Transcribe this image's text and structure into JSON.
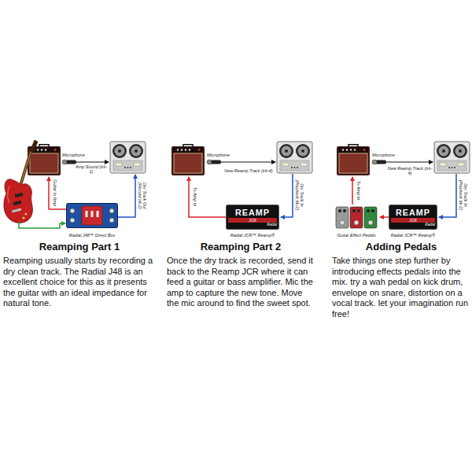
{
  "diagram": {
    "nodes": [
      {
        "text": [
          "Microphone"
        ]
      },
      {
        "text": [
          "Radial J48™ Direct Box"
        ]
      },
      {
        "text": [
          "Reamping Part 1",
          "Reamping usually starts by recording a dry clean track. The Radial J48 is an excellent choice for this as it presents the guitar with an ideal impedance for natural tone."
        ]
      },
      {
        "text": [
          "Microphone"
        ]
      },
      {
        "text": [
          "REAMP",
          "JCR",
          "Radial",
          "Radial JCR™ Reamp®"
        ]
      },
      {
        "text": [
          "Reamping Part 2",
          "Once the dry track is recorded, send it back to the Reamp JCR where it can feed a guitar or bass amplifier. Mic the amp to capture the new tone. Move the mic around to find the sweet spot."
        ]
      },
      {
        "text": [
          "Microphone"
        ]
      },
      {
        "text": [
          "Guitar Effect Pedals"
        ]
      },
      {
        "text": [
          "REAMP",
          "JCR",
          "Radial",
          "Radial JCR™ Reamp®"
        ]
      },
      {
        "text": [
          "Adding Pedals",
          "Take things one step further by introducing effects pedals into the mix. try a wah pedal on kick drum, envelope on snare, distortion on a vocal track. let your imagination run free!"
        ]
      }
    ],
    "edges": [
      {
        "from": 8,
        "to": 7,
        "arrow": "to"
      }
    ],
    "labels": [
      "Amp Sound (trk-1)",
      "Guitar to Amp",
      "Dry Track Out (Record trk-2)",
      "New Reamp Track (trk-4)",
      "To Amp In",
      "Dry Track In (Playback trk-2)",
      "New Reamp Track (trk-4)",
      "To Amp In",
      "Dry Track In (Playback trk-2)"
    ]
  }
}
